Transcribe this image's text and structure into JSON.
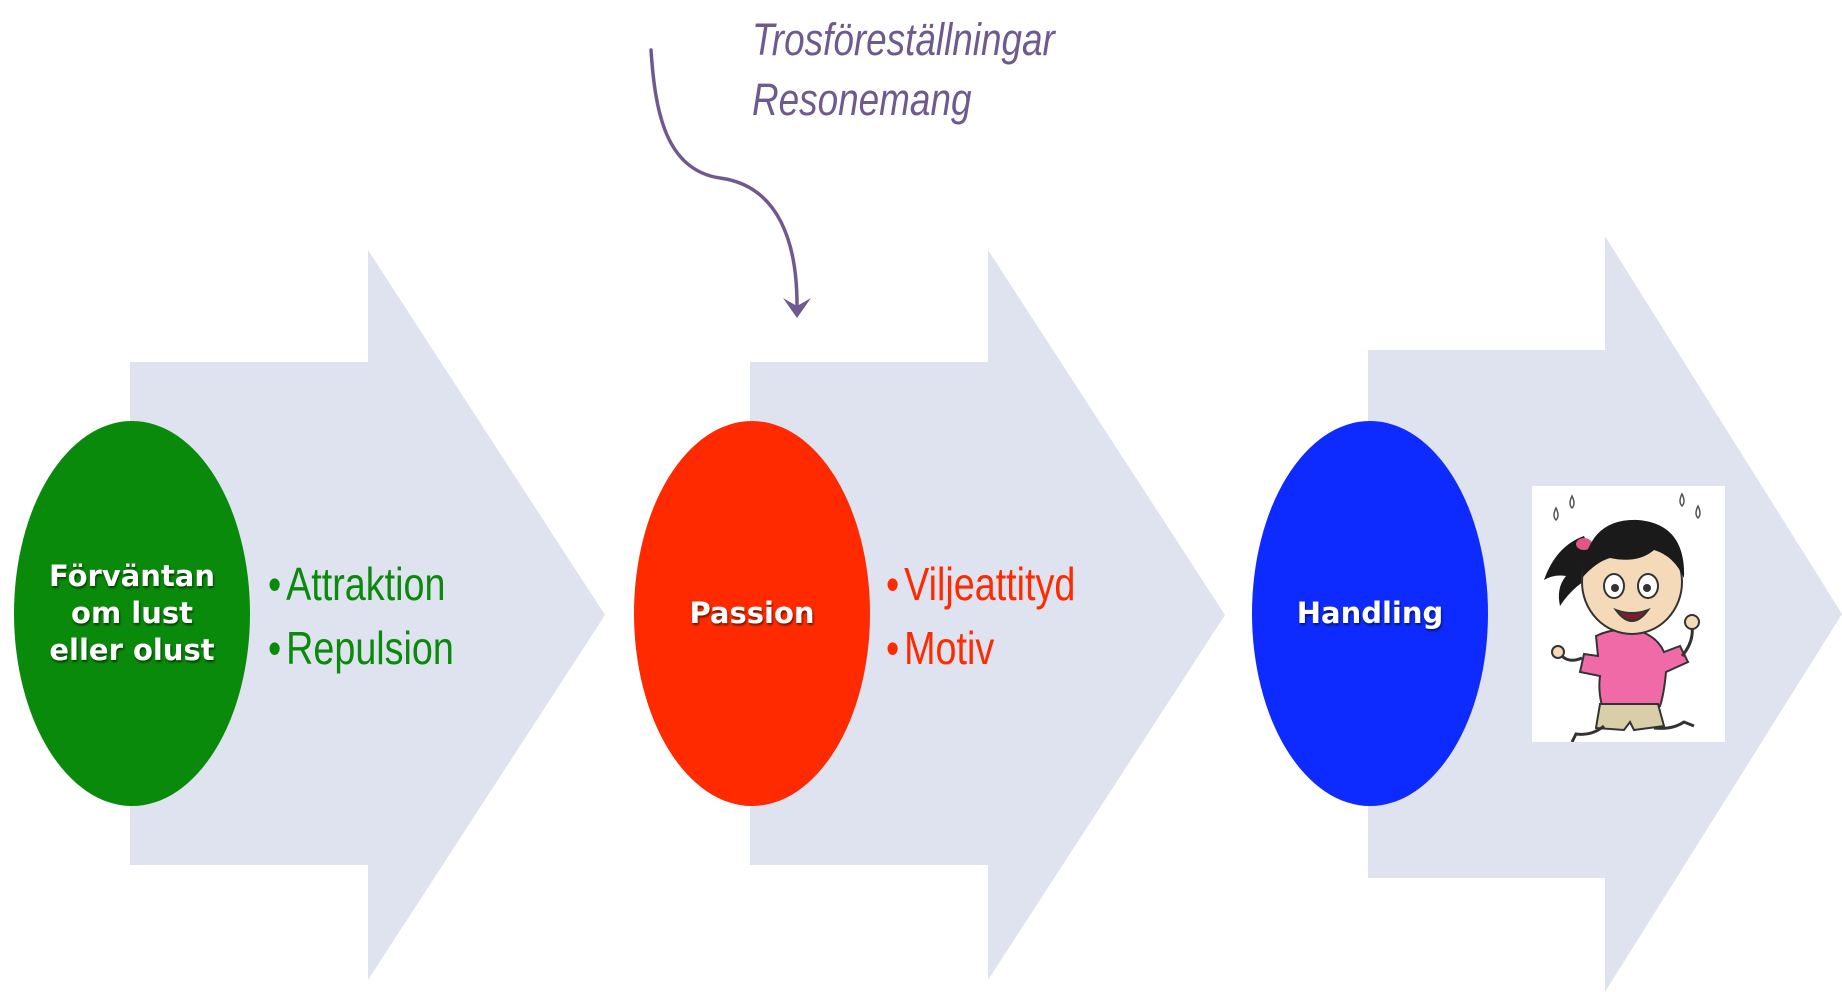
{
  "colors": {
    "arrow_fill": "#dfe3ef",
    "note_text": "#6e5a8e",
    "curve_stroke": "#6e5a8e"
  },
  "note": {
    "line1": "Trosföreställningar",
    "line2": "Resonemang"
  },
  "stages": [
    {
      "ellipse_label": "Förväntan\nom lust\neller olust",
      "ellipse_color": "#0a8a0a",
      "bullet_color": "#0a8a0a",
      "bullets": [
        "Attraktion",
        "Repulsion"
      ]
    },
    {
      "ellipse_label": "Passion",
      "ellipse_color": "#ff2a00",
      "bullet_color": "#ff2a00",
      "bullets": [
        "Viljeattityd",
        "Motiv"
      ]
    },
    {
      "ellipse_label": "Handling",
      "ellipse_color": "#0d2bff",
      "bullet_color": "#0d2bff",
      "bullets": []
    }
  ],
  "picture": {
    "icon": "running-girl-cartoon-icon"
  }
}
